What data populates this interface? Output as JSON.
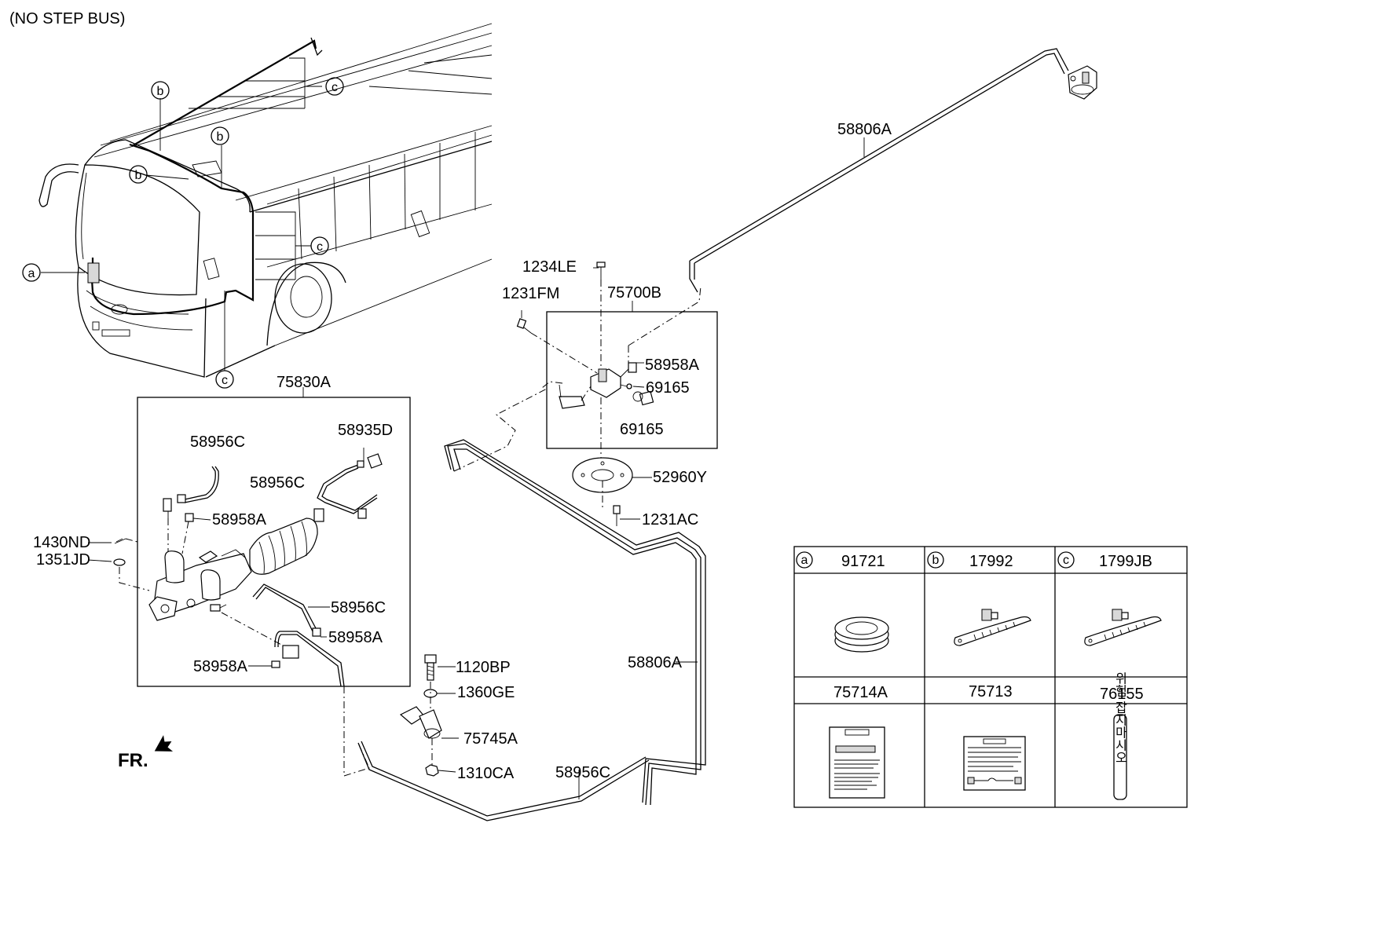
{
  "header": {
    "note": "(NO STEP BUS)"
  },
  "callouts": {
    "a": "a",
    "b": "b",
    "c": "c"
  },
  "labels": {
    "p58806A_top": "58806A",
    "p1234LE": "1234LE",
    "p1231FM": "1231FM",
    "p75700B": "75700B",
    "p58958A_r": "58958A",
    "p69165_1": "69165",
    "p69165_2": "69165",
    "p52960Y": "52960Y",
    "p1231AC": "1231AC",
    "p75830A": "75830A",
    "p58935D": "58935D",
    "p58956C_1": "58956C",
    "p58956C_2": "58956C",
    "p58958A_1": "58958A",
    "p1430ND": "1430ND",
    "p1351JD": "1351JD",
    "p58956C_3": "58956C",
    "p58958A_2": "58958A",
    "p58958A_3": "58958A",
    "p58806A_mid": "58806A",
    "p1120BP": "1120BP",
    "p1360GE": "1360GE",
    "p75745A": "75745A",
    "p1310CA": "1310CA",
    "p58956C_bot": "58956C"
  },
  "front_marker": "FR.",
  "table": {
    "row1": [
      {
        "letter": "a",
        "part": "91721"
      },
      {
        "letter": "b",
        "part": "17992"
      },
      {
        "letter": "c",
        "part": "1799JB"
      }
    ],
    "row2": [
      "75714A",
      "75713",
      "76155"
    ],
    "label_76155_text": "위험 잡지마시오"
  }
}
